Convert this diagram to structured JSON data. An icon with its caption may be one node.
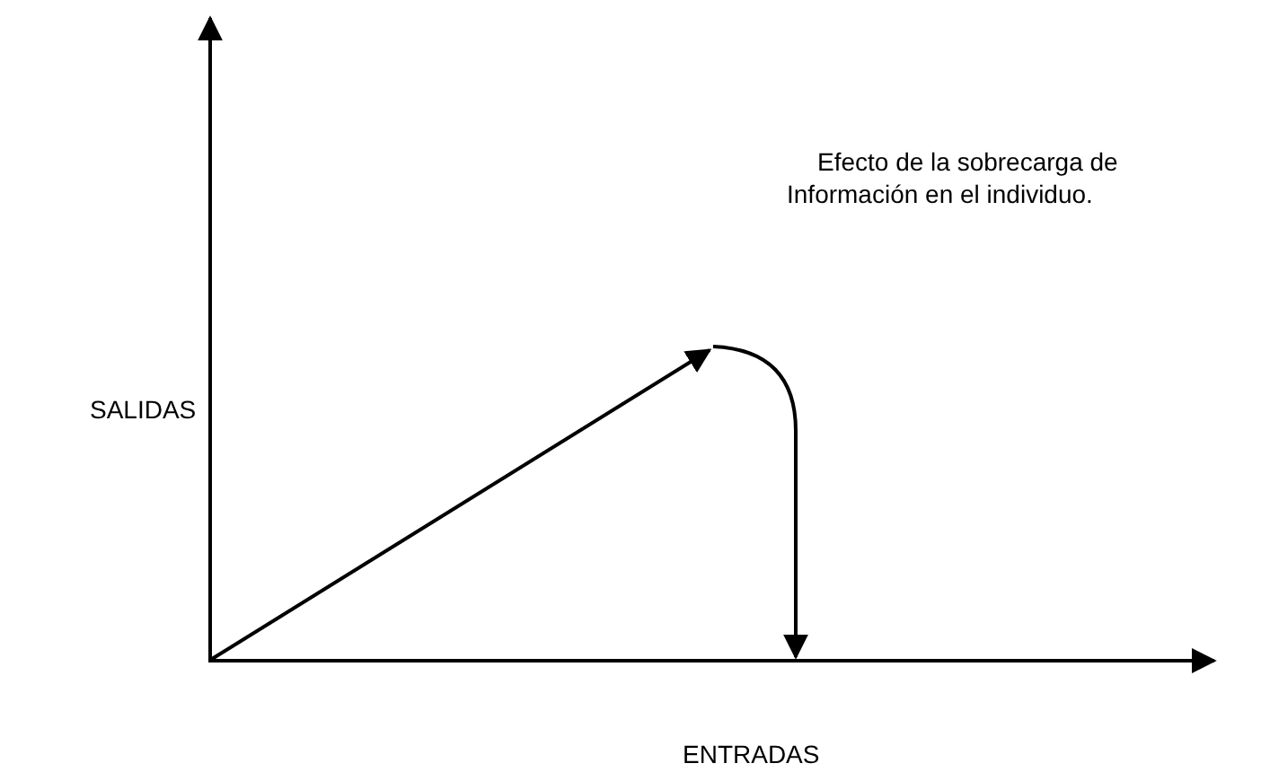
{
  "diagram": {
    "title": "Efecto de la sobrecarga de Información en el individuo.",
    "labels": [
      "SALIDAS",
      "ENTRADAS"
    ]
  }
}
